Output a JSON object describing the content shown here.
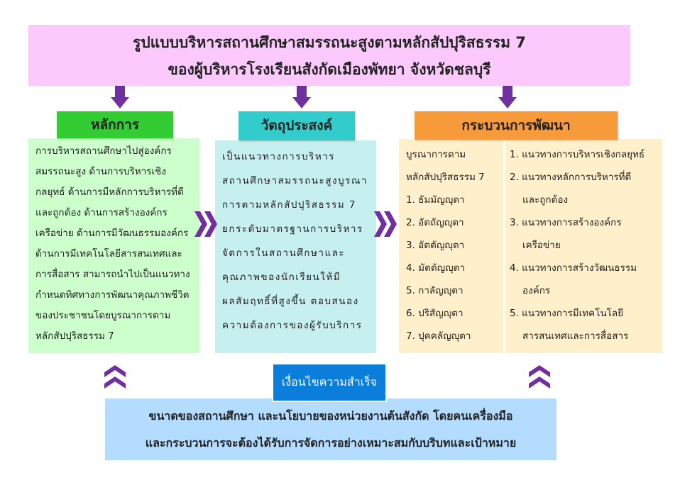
{
  "title": {
    "lines": [
      "รูปแบบบริหารสถานศึกษาสมรรถนะสูงตามหลักสัปปุริสธรรม 7",
      "ของผู้บริหารโรงเรียนสังกัดเมืองพัทยา จังหวัดชลบุรี"
    ]
  },
  "principle": {
    "header": "หลักการ",
    "lines": [
      "การบริหารสถานศึกษาไปสู่องค์กร",
      "สมรรถนะสูง ด้านการบริหารเชิง",
      "กลยุทธ์ ด้านการมีหลักการบริหารที่ดี",
      "และถูกต้อง ด้านการสร้างองค์กร",
      "เครือข่าย ด้านการมีวัฒนธรรมองค์กร",
      "ด้านการมีเทคโนโลยีสารสนเทศและ",
      "การสื่อสาร สามารถนำไปเป็นแนวทาง",
      "กำหนดทิศทางการพัฒนาคุณภาพชีวิต",
      "ของประชาชนโดยบูรณาการตาม",
      "หลักสัปปุริสธรรม 7"
    ]
  },
  "objective": {
    "header": "วัตถุประสงค์",
    "lines": [
      "เป็นแนวทางการบริหาร",
      "สถานศึกษาสมรรถนะสูงบูรณา",
      "การตามหลักสัปปุริสธรรม 7",
      "ยกระดับมาตรฐานการบริหาร",
      "จัดการในสถานศึกษาและ",
      "คุณภาพของนักเรียนให้มี",
      "ผลสัมฤทธิ์ที่สูงขึ้น ตอบสนอง",
      "ความต้องการของผู้รับบริการ"
    ]
  },
  "process": {
    "header": "กระบวนการพัฒนา",
    "left": [
      "บูรณาการตาม",
      "หลักสัปปุริสธรรม 7",
      "1. ธัมมัญญุตา",
      "2. อัตถัญญุตา",
      "3. อัตตัญญุตา",
      "4. มัตตัญญุตา",
      "5. กาลัญญุตา",
      "6. ปริสัญญุตา",
      "7. ปุคคลัญญุตา"
    ],
    "right": [
      "1. แนวทางการบริหารเชิงกลยุทธ์",
      "2. แนวทางหลักการบริหารที่ดี",
      "และถูกต้อง",
      "3. แนวทางการสร้างองค์กร",
      "เครือข่าย",
      "4. แนวทางการสร้างวัฒนธรรม",
      "องค์กร",
      "5. แนวทางการมีเทคโนโลยี",
      "สารสนเทศและการสื่อสาร"
    ]
  },
  "success": {
    "header": "เงื่อนไขความสำเร็จ",
    "lines": [
      "ขนาดของสถานศึกษา และนโยบายของหน่วยงานต้นสังกัด โดยคนเครื่องมือ",
      "และกระบวนการจะต้องได้รับการจัดการอย่างเหมาะสมกับบริบทและเป้าหมาย"
    ]
  },
  "colors": {
    "purple": "#7030a0",
    "pink": "#fbc9fb",
    "green": "#33cc33",
    "cyan": "#33cccc",
    "orange": "#f79a3a",
    "blue": "#0b7dda"
  }
}
